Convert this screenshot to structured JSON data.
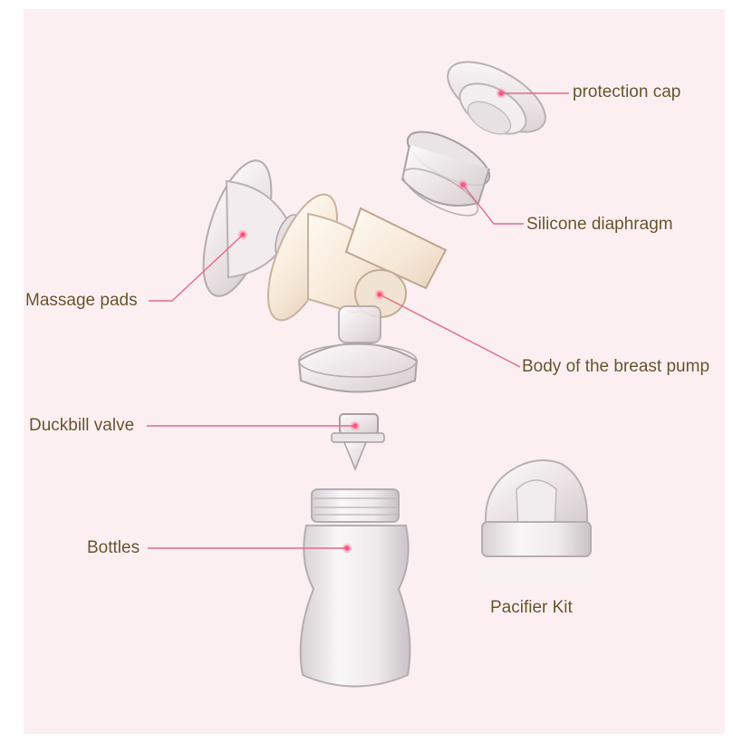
{
  "labels": {
    "protection_cap": "protection cap",
    "silicone_diaphragm": "Silicone diaphragm",
    "massage_pads": "Massage pads",
    "body": "Body of the breast pump",
    "duckbill_valve": "Duckbill valve",
    "bottles": "Bottles",
    "pacifier_kit": "Pacifier Kit"
  },
  "colors": {
    "background_panel": "#fbeff1",
    "label_text": "#6b4f2a",
    "leader_line": "#e26a86",
    "marker_dot": "#ff5c86"
  }
}
